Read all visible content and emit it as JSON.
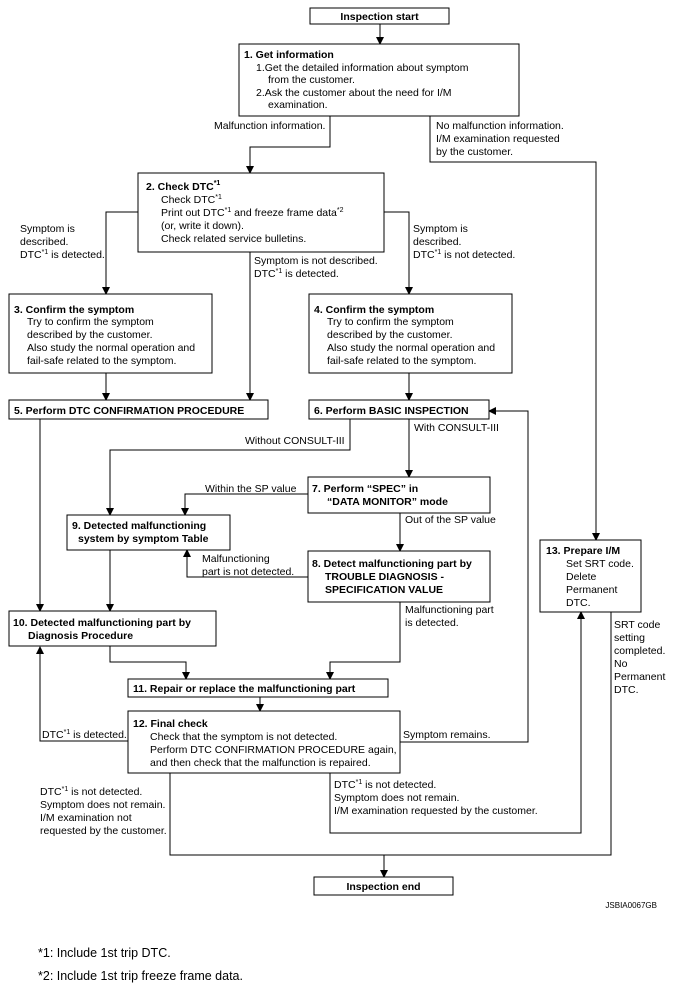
{
  "nodes": {
    "start": {
      "title": "Inspection start"
    },
    "n1": {
      "title": "1. Get information",
      "lines": [
        "1.Get the detailed information about symptom",
        "from the customer.",
        "2.Ask the customer about the need for I/M",
        "examination."
      ]
    },
    "n2": {
      "title": "2. Check DTC",
      "title_sup": "*1",
      "l1": "Check DTC",
      "l1_sup": "*1",
      "l2a": "Print out DTC",
      "l2_sup1": "*1",
      "l2b": " and freeze frame data",
      "l2_sup2": "*2",
      "l3": "(or, write it down).",
      "l4": "Check related service bulletins."
    },
    "n3": {
      "title": "3. Confirm the symptom",
      "lines": [
        "Try to confirm the symptom",
        "described by the customer.",
        "Also study the normal operation and",
        "fail-safe related to the symptom."
      ]
    },
    "n4": {
      "title": "4. Confirm the symptom",
      "lines": [
        "Try to confirm the symptom",
        "described by the customer.",
        "Also study the normal operation and",
        "fail-safe related to the symptom."
      ]
    },
    "n5": {
      "title": "5. Perform DTC CONFIRMATION PROCEDURE"
    },
    "n6": {
      "title": "6. Perform BASIC INSPECTION"
    },
    "n7": {
      "lines": [
        "7. Perform “SPEC” in",
        "“DATA MONITOR” mode"
      ]
    },
    "n8": {
      "lines": [
        "8. Detect malfunctioning part by",
        "TROUBLE DIAGNOSIS -",
        "SPECIFICATION VALUE"
      ]
    },
    "n9": {
      "lines": [
        "9. Detected malfunctioning",
        "system by symptom Table"
      ]
    },
    "n10": {
      "lines": [
        "10. Detected malfunctioning part by",
        "Diagnosis Procedure"
      ]
    },
    "n11": {
      "title": "11. Repair or replace the malfunctioning part"
    },
    "n12": {
      "title": "12. Final check",
      "lines": [
        "Check that the symptom is not detected.",
        "Perform DTC CONFIRMATION PROCEDURE again,",
        "and then check that the malfunction is repaired."
      ]
    },
    "n13": {
      "title": "13. Prepare I/M",
      "lines": [
        "Set SRT code.",
        "Delete",
        "Permanent",
        "DTC."
      ]
    },
    "end": {
      "title": "Inspection end"
    }
  },
  "edges": {
    "malfunction_info": "Malfunction information.",
    "no_malfunction": [
      "No malfunction information.",
      "I/M examination requested",
      "by the customer."
    ],
    "symptom_described_left": {
      "l1": "Symptom is",
      "l2": "described.",
      "l3a": "DTC",
      "l3sup": "*1",
      "l3b": " is detected."
    },
    "symptom_not_described": {
      "l1": "Symptom is not described.",
      "l2a": "DTC",
      "l2sup": "*1",
      "l2b": " is detected."
    },
    "symptom_described_right": {
      "l1": "Symptom is",
      "l2": "described.",
      "l3a": "DTC",
      "l3sup": "*1",
      "l3b": " is not detected."
    },
    "without_consult": "Without CONSULT-III",
    "with_consult": "With CONSULT-III",
    "within_sp": "Within the SP value",
    "out_of_sp": "Out of the SP value",
    "part_not_detected": [
      "Malfunctioning",
      "part is not detected."
    ],
    "part_detected": [
      "Malfunctioning part",
      "is detected."
    ],
    "dtc_detected": {
      "a": "DTC",
      "sup": "*1",
      "b": " is detected."
    },
    "symptom_remains": "Symptom remains.",
    "final_left": {
      "l1a": "DTC",
      "l1sup": "*1",
      "l1b": " is not detected.",
      "lines": [
        "Symptom does not remain.",
        "I/M examination not",
        "requested by the customer."
      ]
    },
    "final_right": {
      "l1a": "DTC",
      "l1sup": "*1",
      "l1b": " is not detected.",
      "lines": [
        "Symptom does not remain.",
        "I/M examination requested by the customer."
      ]
    },
    "srt_done": [
      "SRT code",
      "setting",
      "completed.",
      "No",
      "Permanent",
      "DTC."
    ]
  },
  "image_id": "JSBIA0067GB",
  "footnotes": [
    "*1: Include 1st trip DTC.",
    "*2: Include 1st trip freeze frame data."
  ]
}
